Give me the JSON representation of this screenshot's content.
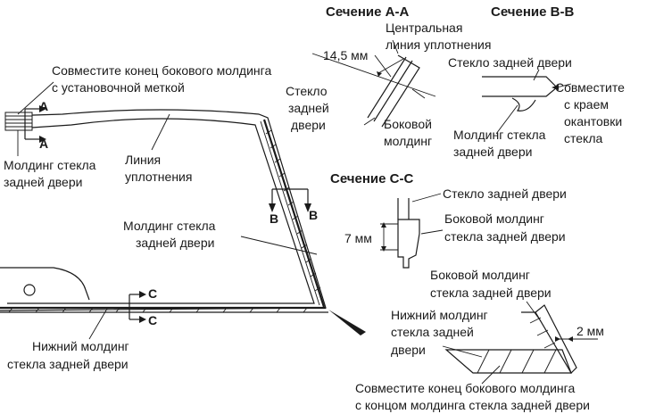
{
  "diagram": {
    "main": {
      "align_side_molding_mark": [
        "Совместите конец бокового молдинга",
        "с установочной меткой"
      ],
      "rear_glass_molding_left": [
        "Молдинг стекла",
        "задней двери"
      ],
      "seal_line": [
        "Линия",
        "уплотнения"
      ],
      "rear_glass_molding_center": [
        "Молдинг стекла",
        "задней двери"
      ],
      "lower_molding": [
        "Нижний молдинг",
        "стекла задней двери"
      ],
      "marker_a": "A",
      "marker_b": "B",
      "marker_c": "C"
    },
    "section_aa": {
      "title": "Сечение А-А",
      "central_seal_line": [
        "Центральная",
        "линия уплотнения"
      ],
      "dimension": "14,5 мм",
      "rear_glass": [
        "Стекло",
        "задней",
        "двери"
      ],
      "side_molding": [
        "Боковой",
        "молдинг"
      ]
    },
    "section_bb": {
      "title": "Сечение В-В",
      "rear_glass": "Стекло задней двери",
      "align_edge": [
        "Совместите",
        "с краем",
        "окантовки",
        "стекла"
      ],
      "glass_molding": [
        "Молдинг стекла",
        "задней двери"
      ]
    },
    "section_cc": {
      "title": "Сечение С-С",
      "rear_glass": "Стекло задней двери",
      "side_molding": [
        "Боковой молдинг",
        "стекла задней двери"
      ],
      "dimension": "7 мм"
    },
    "detail": {
      "side_molding": [
        "Боковой молдинг",
        "стекла задней двери"
      ],
      "lower_molding": [
        "Нижний молдинг",
        "стекла задней",
        "двери"
      ],
      "dimension": "2 мм",
      "align_end": [
        "Совместите конец бокового молдинга",
        "с концом молдинга стекла задней двери"
      ]
    }
  }
}
